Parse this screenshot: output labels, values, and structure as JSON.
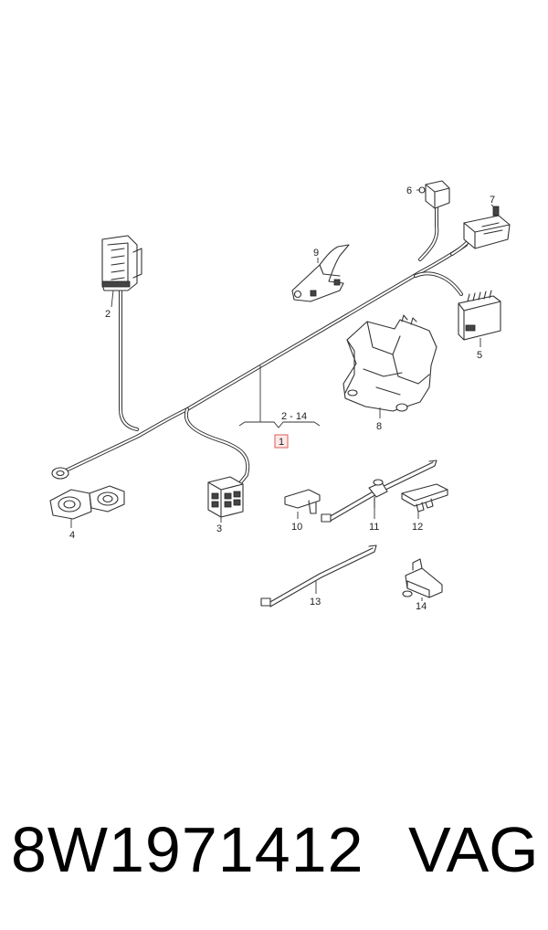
{
  "diagram": {
    "callouts": {
      "c1": "1",
      "c2": "2",
      "c3": "3",
      "c4": "4",
      "c5": "5",
      "c6": "6",
      "c7": "7",
      "c8": "8",
      "c9": "9",
      "c10": "10",
      "c11": "11",
      "c12": "12",
      "c13": "13",
      "c14": "14",
      "range": "2 - 14"
    },
    "highlight_color": "#e05a5a"
  },
  "footer": {
    "part_number": "8W1971412",
    "brand": "VAG"
  }
}
